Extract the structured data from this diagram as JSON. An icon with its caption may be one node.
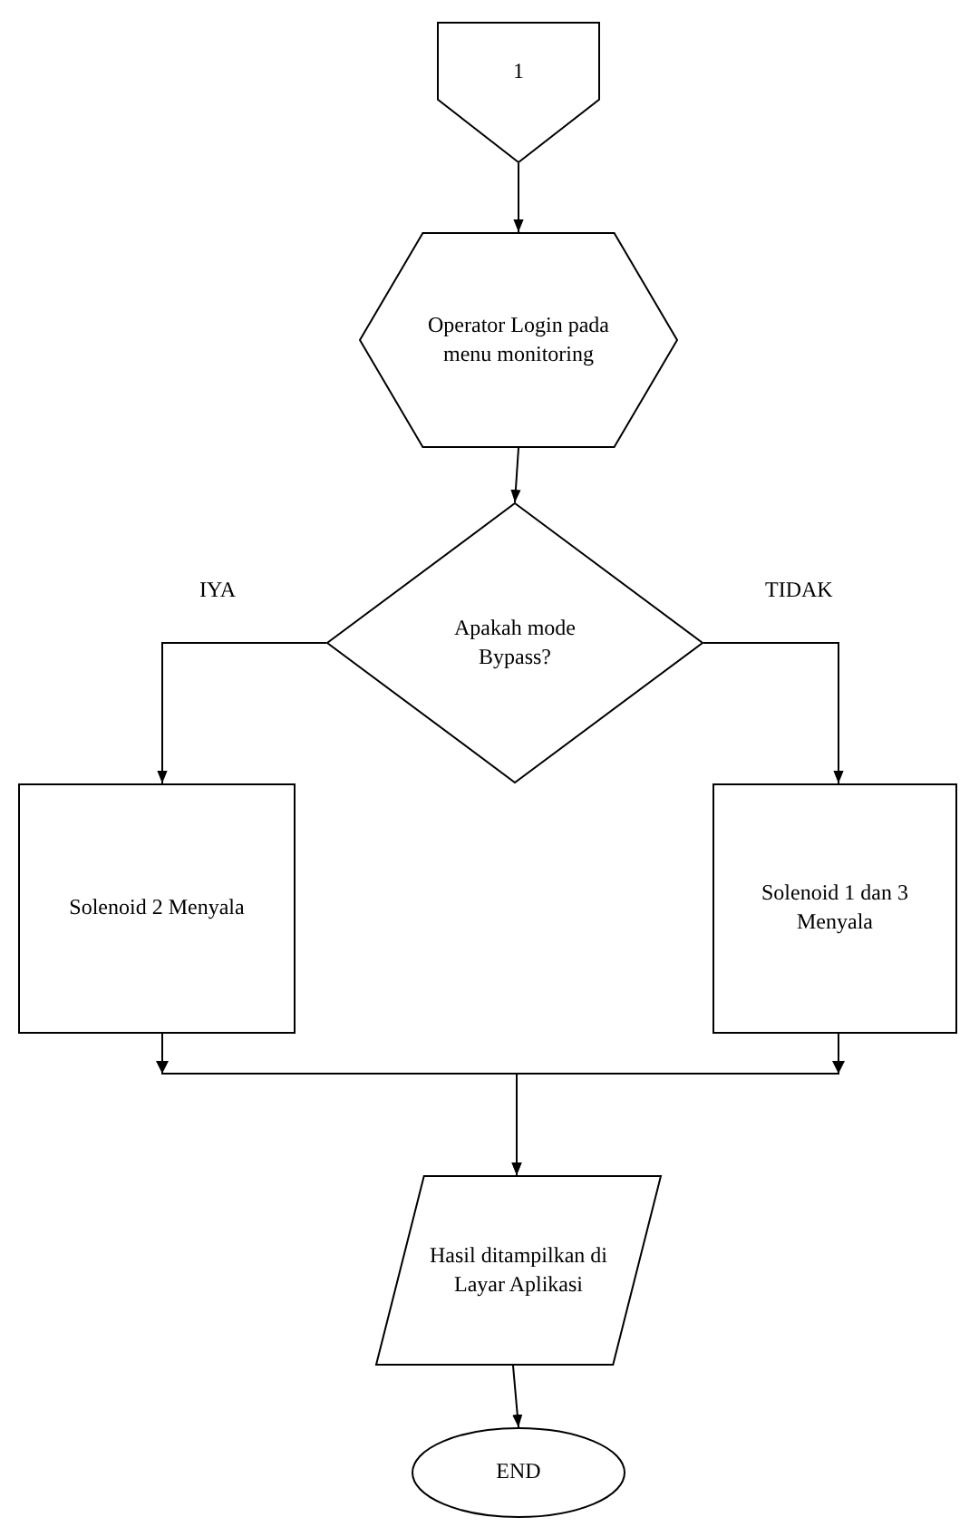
{
  "diagram": {
    "nodes": [
      {
        "text": [
          "1"
        ]
      },
      {
        "text": [
          "Operator Login pada menu monitoring"
        ]
      },
      {
        "text": [
          "Apakah mode Bypass?"
        ]
      },
      {
        "text": [
          "Solenoid 2 Menyala"
        ]
      },
      {
        "text": [
          "Solenoid 1 dan 3 Menyala"
        ]
      },
      {
        "text": [
          "Hasil ditampilkan di Layar Aplikasi"
        ]
      },
      {
        "text": [
          "END"
        ]
      }
    ],
    "edges": [
      {
        "from": 0,
        "to": 1,
        "arrow": "to"
      },
      {
        "from": 1,
        "to": 2,
        "arrow": "to"
      },
      {
        "from": 2,
        "to": 3,
        "arrow": "to",
        "label": "IYA"
      },
      {
        "from": 2,
        "to": 4,
        "arrow": "to",
        "label": "TIDAK"
      },
      {
        "from": 3,
        "to": 5,
        "arrow": "to"
      },
      {
        "from": 4,
        "to": 5,
        "arrow": "to"
      },
      {
        "from": 5,
        "to": 6,
        "arrow": "to"
      }
    ]
  }
}
